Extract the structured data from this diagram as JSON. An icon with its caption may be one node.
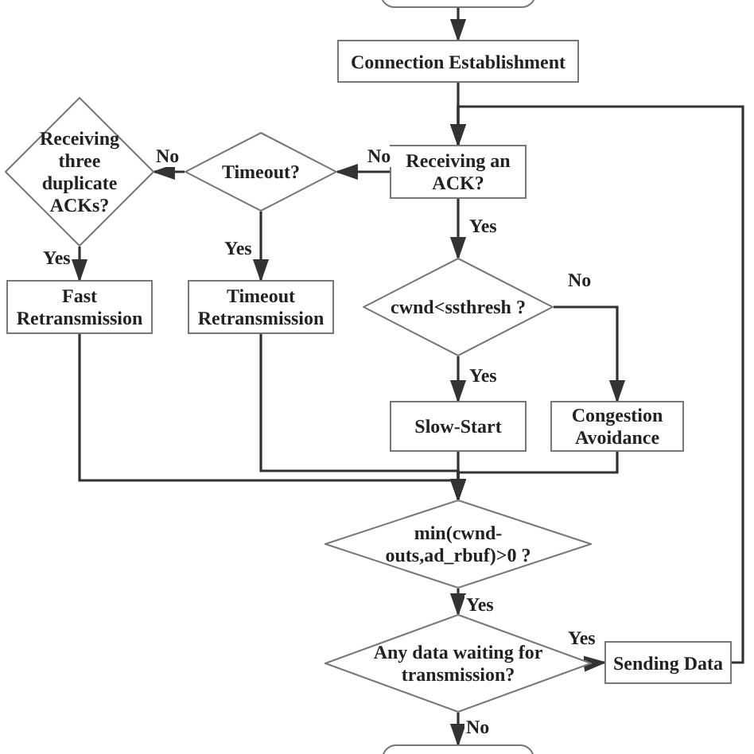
{
  "diagram": {
    "nodes": [
      {
        "text": [],
        "shape": "box"
      },
      {
        "text": [
          "Connection Establishment"
        ]
      },
      {
        "text": [
          "Receiving an ACK?"
        ]
      },
      {
        "text": [
          "Timeout?"
        ]
      },
      {
        "text": [
          "Receiving three duplicate ACKs?"
        ]
      },
      {
        "text": [
          "Fast Retransmission"
        ]
      },
      {
        "text": [
          "Timeout Retransmission"
        ]
      },
      {
        "text": [
          "cwnd<ssthresh ?"
        ]
      },
      {
        "text": [
          "Slow-Start"
        ]
      },
      {
        "text": [
          "Congestion Avoidance"
        ]
      },
      {
        "text": [
          "min(cwnd-outs,ad_rbuf)>0 ?"
        ]
      },
      {
        "text": [
          "Any data waiting for transmission?"
        ]
      },
      {
        "text": [
          "Sending Data"
        ]
      },
      {
        "text": [],
        "shape": "box"
      }
    ],
    "edges": [
      {
        "from": 0,
        "to": 1,
        "arrow": "to"
      },
      {
        "from": 1,
        "to": 2,
        "arrow": "to"
      },
      {
        "from": 2,
        "to": 3,
        "arrow": "to",
        "label": "No"
      },
      {
        "from": 3,
        "to": 4,
        "arrow": "to",
        "label": "No"
      },
      {
        "from": 4,
        "to": 5,
        "arrow": "to",
        "label": "Yes"
      },
      {
        "from": 3,
        "to": 6,
        "arrow": "to",
        "label": "Yes"
      },
      {
        "from": 2,
        "to": 7,
        "arrow": "to",
        "label": "Yes"
      },
      {
        "from": 7,
        "to": 8,
        "arrow": "to",
        "label": "Yes"
      },
      {
        "from": 7,
        "to": 9,
        "arrow": "to",
        "label": "No"
      },
      {
        "from": 5,
        "to": 10,
        "arrow": "to"
      },
      {
        "from": 6,
        "to": 10,
        "arrow": "to"
      },
      {
        "from": 8,
        "to": 10,
        "arrow": "to"
      },
      {
        "from": 9,
        "to": 10,
        "arrow": "to"
      },
      {
        "from": 10,
        "to": 11,
        "arrow": "to",
        "label": "Yes"
      },
      {
        "from": 11,
        "to": 12,
        "arrow": "to",
        "label": "Yes"
      },
      {
        "from": 11,
        "to": 13,
        "arrow": "to",
        "label": "No"
      },
      {
        "from": 12,
        "to": 2,
        "arrow": "to"
      }
    ]
  }
}
